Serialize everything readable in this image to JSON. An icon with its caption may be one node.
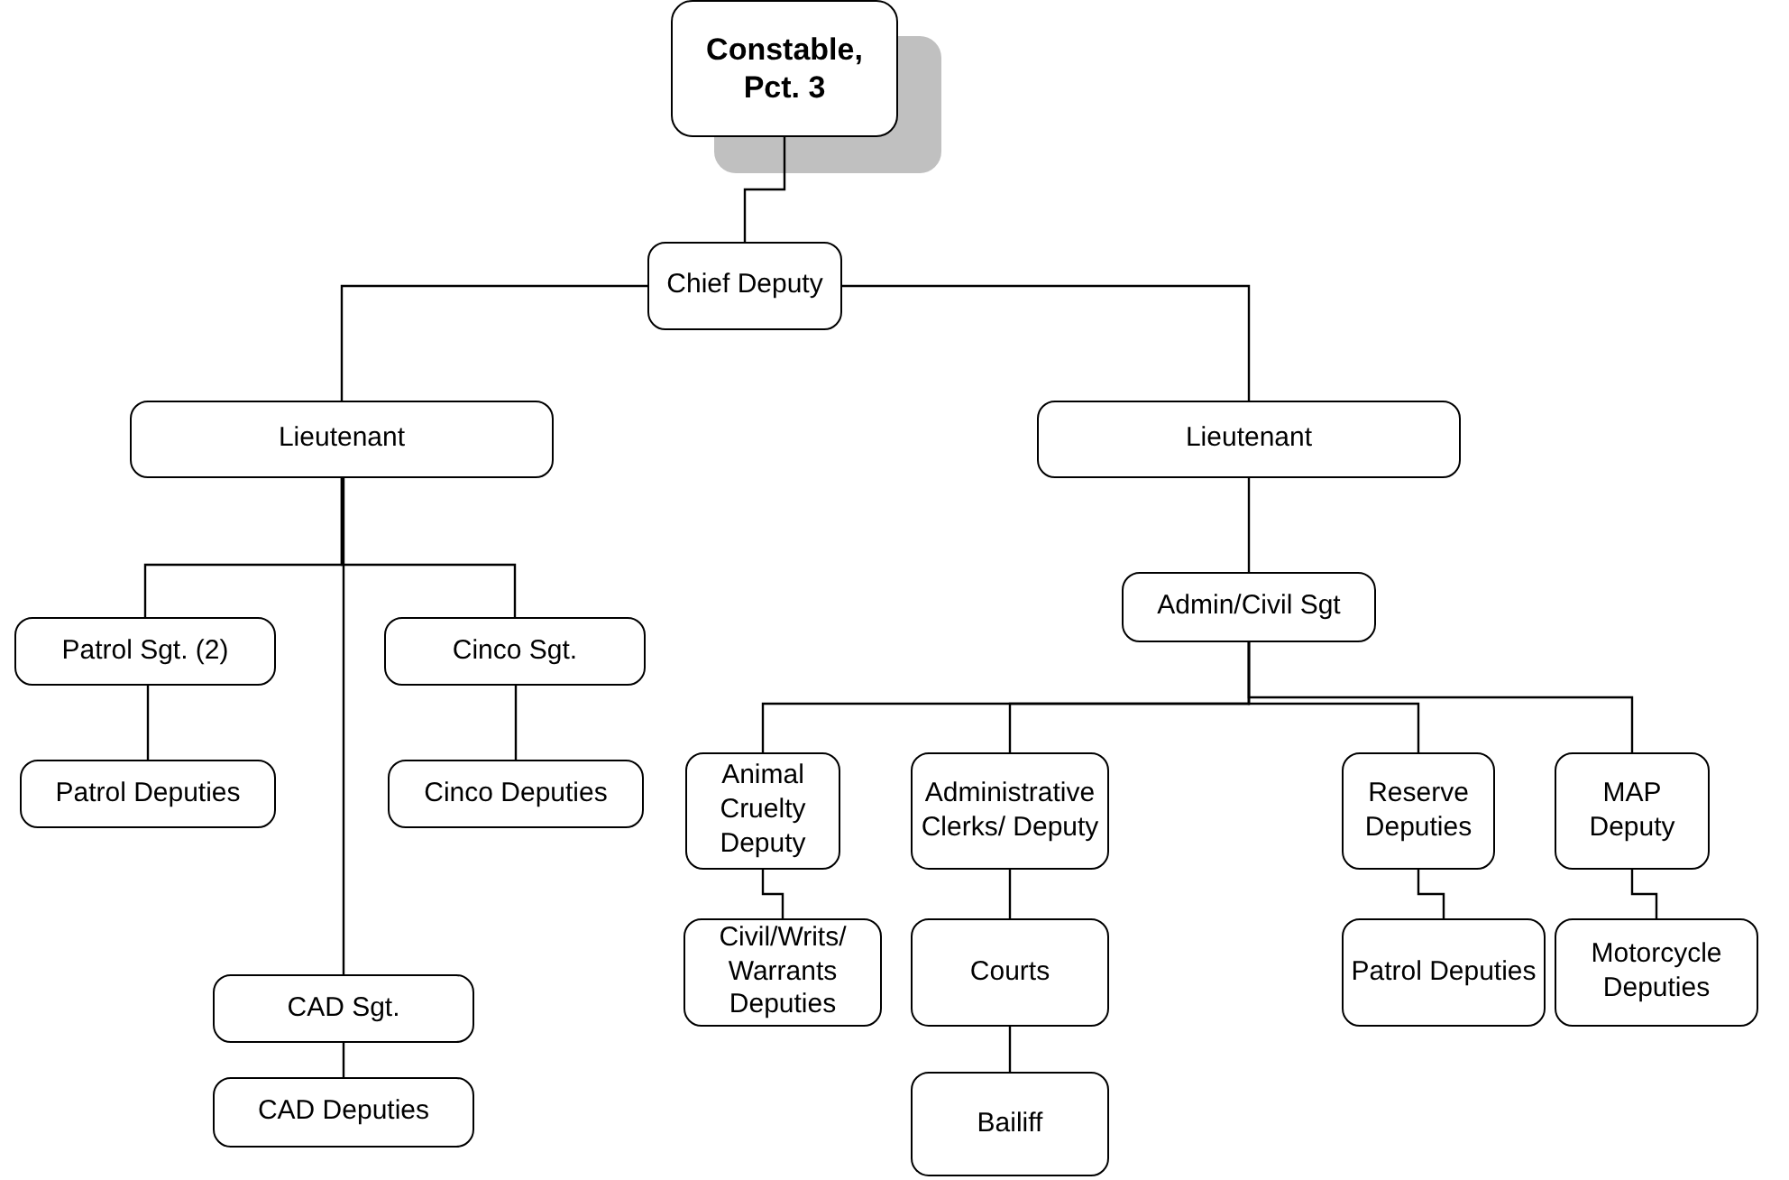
{
  "diagram": {
    "nodes": [
      {
        "text": [
          "Constable, Pct. 3"
        ]
      },
      {
        "text": [
          "Chief Deputy"
        ]
      },
      {
        "text": [
          "Lieutenant"
        ]
      },
      {
        "text": [
          "Lieutenant"
        ]
      },
      {
        "text": [
          "Patrol Sgt. (2)"
        ]
      },
      {
        "text": [
          "Cinco Sgt."
        ]
      },
      {
        "text": [
          "Patrol Deputies"
        ]
      },
      {
        "text": [
          "Cinco Deputies"
        ]
      },
      {
        "text": [
          "CAD Sgt."
        ]
      },
      {
        "text": [
          "CAD Deputies"
        ]
      },
      {
        "text": [
          "Admin/Civil Sgt"
        ]
      },
      {
        "text": [
          "Animal Cruelty Deputy"
        ]
      },
      {
        "text": [
          "Administrative Clerks/ Deputy"
        ]
      },
      {
        "text": [
          "Reserve Deputies"
        ]
      },
      {
        "text": [
          "MAP Deputy"
        ]
      },
      {
        "text": [
          "Civil/Writs/ Warrants Deputies"
        ]
      },
      {
        "text": [
          "Courts"
        ]
      },
      {
        "text": [
          "Bailiff"
        ]
      },
      {
        "text": [
          "Patrol Deputies"
        ]
      },
      {
        "text": [
          "Motorcycle Deputies"
        ]
      }
    ],
    "edges": [
      {
        "from": 0,
        "to": 1,
        "arrow": "none"
      },
      {
        "from": 1,
        "to": 2,
        "arrow": "none"
      },
      {
        "from": 1,
        "to": 3,
        "arrow": "none"
      },
      {
        "from": 2,
        "to": 4,
        "arrow": "none"
      },
      {
        "from": 2,
        "to": 5,
        "arrow": "none"
      },
      {
        "from": 2,
        "to": 8,
        "arrow": "none"
      },
      {
        "from": 4,
        "to": 6,
        "arrow": "none"
      },
      {
        "from": 5,
        "to": 7,
        "arrow": "none"
      },
      {
        "from": 8,
        "to": 9,
        "arrow": "none"
      },
      {
        "from": 3,
        "to": 10,
        "arrow": "none"
      },
      {
        "from": 10,
        "to": 11,
        "arrow": "none"
      },
      {
        "from": 10,
        "to": 12,
        "arrow": "none"
      },
      {
        "from": 10,
        "to": 13,
        "arrow": "none"
      },
      {
        "from": 10,
        "to": 14,
        "arrow": "none"
      },
      {
        "from": 11,
        "to": 15,
        "arrow": "none"
      },
      {
        "from": 12,
        "to": 16,
        "arrow": "none"
      },
      {
        "from": 16,
        "to": 17,
        "arrow": "none"
      },
      {
        "from": 13,
        "to": 18,
        "arrow": "none"
      },
      {
        "from": 14,
        "to": 19,
        "arrow": "none"
      }
    ]
  }
}
